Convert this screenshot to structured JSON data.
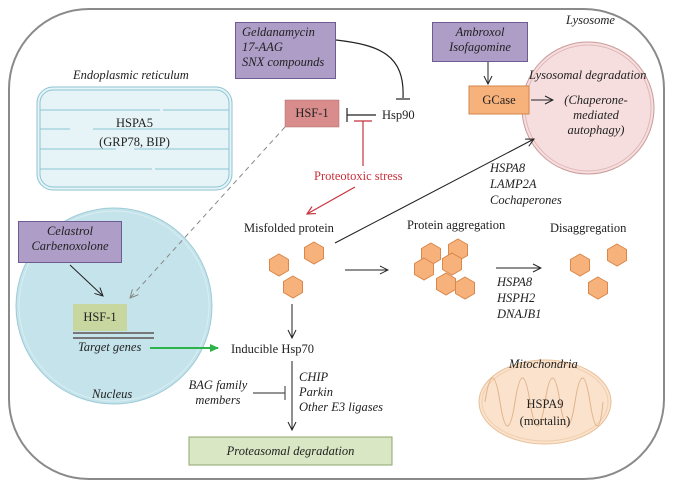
{
  "compartments": {
    "er": {
      "label": "Endoplasmic reticulum",
      "protein": "HSPA5",
      "aliases": "(GRP78, BIP)"
    },
    "nucleus": {
      "label": "Nucleus",
      "hsf1": "HSF-1",
      "target_genes": "Target genes"
    },
    "lysosome": {
      "label": "Lysosome",
      "process": "Lysosomal degradation",
      "subprocess": [
        "(Chaperone-",
        "mediated",
        "autophagy)"
      ]
    },
    "mitochondria": {
      "label": "Mitochondria",
      "protein": "HSPA9",
      "alias": "(mortalin)"
    }
  },
  "drugs": {
    "hsp90_inhibitors": [
      "Geldanamycin",
      "17-AAG",
      "SNX compounds"
    ],
    "gcase_chaperones": [
      "Ambroxol",
      "Isofagomine"
    ],
    "hsf1_activators": [
      "Celastrol",
      "Carbenoxolone"
    ]
  },
  "nodes": {
    "hsf1_cytoplasm": "HSF-1",
    "hsp90": "Hsp90",
    "gcase": "GCase",
    "stress": "Proteotoxic stress",
    "misfolded": "Misfolded protein",
    "aggregation": "Protein aggregation",
    "disaggregation": "Disaggregation",
    "hsp70": "Inducible Hsp70",
    "proteasome": "Proteasomal degradation",
    "bag": [
      "BAG family",
      "members"
    ]
  },
  "annotations": {
    "cma_factors": [
      "HSPA8",
      "LAMP2A",
      "Cochaperones"
    ],
    "disaggregases": [
      "HSPA8",
      "HSPH2",
      "DNAJB1"
    ],
    "e3_ligases": [
      "CHIP",
      "Parkin",
      "Other E3 ligases"
    ]
  },
  "colors": {
    "drug_box": "#ad9dc7",
    "hsf1_cyto": "#d98c8c",
    "hsf1_nuc": "#c8d6a0",
    "gcase": "#f7b27c",
    "protein": "#f7b27c",
    "stress": "#c8323c",
    "nucleus": "#c5e3ea",
    "er": "#e6f4f8",
    "lysosome": "#f6dede",
    "mitochondria": "#fbe2cc",
    "proteasome": "#d9e7c4",
    "activation_arrow": "#2db34a"
  }
}
